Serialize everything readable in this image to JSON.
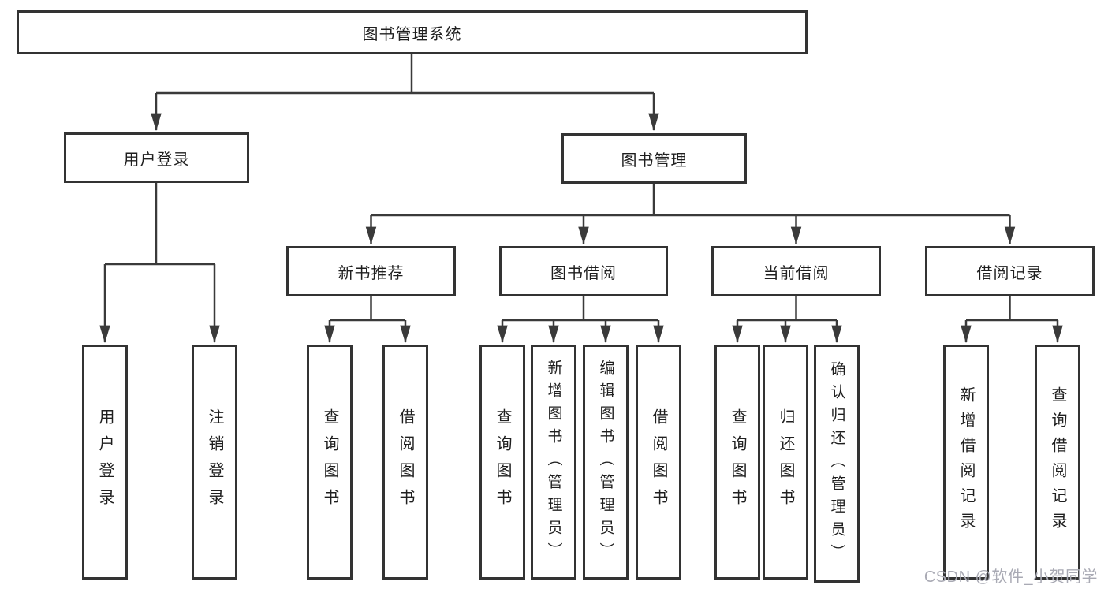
{
  "diagram": {
    "root": {
      "label": "图书管理系统"
    },
    "level2": {
      "user_login": {
        "label": "用户登录",
        "children": [
          "用户登录",
          "注销登录"
        ]
      },
      "book_mgmt": {
        "label": "图书管理"
      }
    },
    "level3": {
      "new_book": {
        "label": "新书推荐",
        "children": [
          "查询图书",
          "借阅图书"
        ]
      },
      "book_borrow": {
        "label": "图书借阅",
        "children": [
          "查询图书",
          "新增图书（管理员）",
          "编辑图书（管理员）",
          "借阅图书"
        ]
      },
      "current_borrow": {
        "label": "当前借阅",
        "children": [
          "查询图书",
          "归还图书",
          "确认归还（管理员）"
        ]
      },
      "borrow_record": {
        "label": "借阅记录",
        "children": [
          "新增借阅记录",
          "查询借阅记录"
        ]
      }
    },
    "watermark": "CSDN @软件_小贺同学",
    "colors": {
      "line": "#3a3a3a",
      "border": "#333333",
      "text": "#1f1f1f",
      "watermark": "#a9aab4",
      "background": "#ffffff"
    }
  }
}
